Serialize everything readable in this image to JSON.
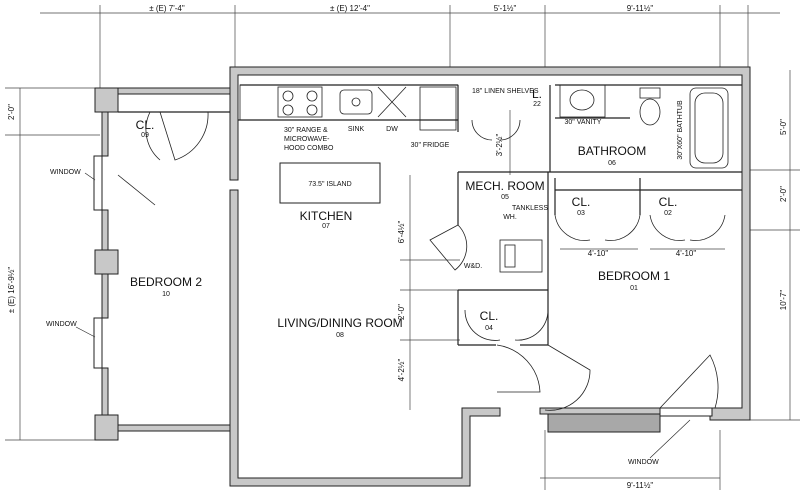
{
  "rooms": {
    "kitchen": {
      "name": "KITCHEN",
      "num": "07"
    },
    "living": {
      "name": "LIVING/DINING ROOM",
      "num": "08"
    },
    "bedroom1": {
      "name": "BEDROOM 1",
      "num": "01"
    },
    "bedroom2": {
      "name": "BEDROOM 2",
      "num": "10"
    },
    "bathroom": {
      "name": "BATHROOM",
      "num": "06"
    },
    "mech": {
      "name": "MECH. ROOM",
      "num": "05"
    },
    "cl09": {
      "name": "CL.",
      "num": "09"
    },
    "cl03": {
      "name": "CL.",
      "num": "03"
    },
    "cl02": {
      "name": "CL.",
      "num": "02"
    },
    "cl04": {
      "name": "CL.",
      "num": "04"
    },
    "linen": {
      "name": "L.",
      "num": "22"
    }
  },
  "fixtures": {
    "island": "73.5\" ISLAND",
    "range_line1": "30\" RANGE &",
    "range_line2": "MICROWAVE-",
    "range_line3": "HOOD COMBO",
    "sink": "SINK",
    "dw": "DW",
    "fridge": "30\" FRIDGE",
    "linen_shelves": "18\" LINEN SHELVES",
    "vanity": "30\" VANITY",
    "bathtub": "30\"X60\" BATHTUB",
    "tankless1": "TANKLESS",
    "tankless2": "WH.",
    "wd": "W&D."
  },
  "labels": {
    "window_left_top": "WINDOW",
    "window_left_bottom": "WINDOW",
    "window_bottom": "WINDOW"
  },
  "dimensions": {
    "top_1": "± (E) 7'-4\"",
    "top_2": "± (E) 12'-4\"",
    "top_3": "5'-1½\"",
    "top_4": "9'-11½\"",
    "bottom_1": "9'-11½\"",
    "left_overall": "± (E) 16'-9½\"",
    "left_top": "2'-0\"",
    "right_1": "5'-0\"",
    "right_2": "2'-0\"",
    "right_3": "10'-7\"",
    "cl03_width": "4'-10\"",
    "cl02_width": "4'-10\"",
    "mech_v1": "3'-2½\"",
    "mech_v2": "6'-4½\"",
    "cl04_v": "2'-0\"",
    "door_v": "4'-2½\""
  }
}
